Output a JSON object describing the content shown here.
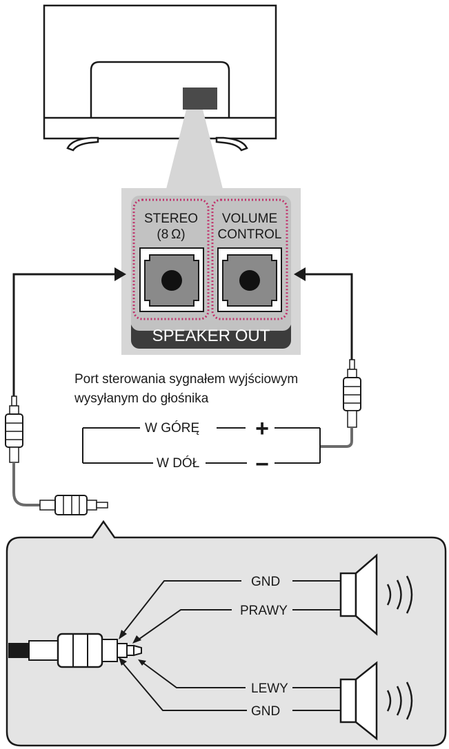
{
  "panel": {
    "stereo_line1": "STEREO",
    "stereo_line2": "(8 Ω)",
    "volume_line1": "VOLUME",
    "volume_line2": "CONTROL",
    "footer": "SPEAKER OUT"
  },
  "description": {
    "line1": "Port sterowania sygnałem wyjściowym",
    "line2": "wysyłanym do głośnika"
  },
  "volume_control": {
    "up_label": "W GÓRĘ",
    "up_symbol": "+",
    "down_label": "W DÓŁ",
    "down_symbol": "−"
  },
  "jack_detail": {
    "gnd_top": "GND",
    "right": "PRAWY",
    "left": "LEWY",
    "gnd_bottom": "GND"
  },
  "colors": {
    "line": "#1a1a1a",
    "panel_bg": "#d6d6d6",
    "port_highlight": "#c0306a",
    "footer_bg": "#3c3c3c",
    "detail_bg": "#e4e4e4"
  }
}
